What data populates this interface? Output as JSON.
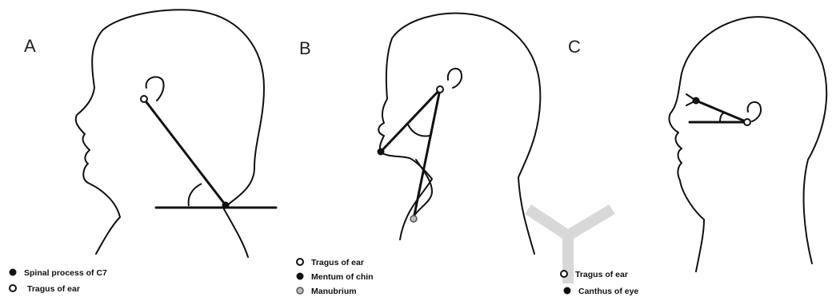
{
  "panels": [
    {
      "label": "A",
      "legend": [
        {
          "marker": "filled",
          "text": "Spinal process of C7"
        },
        {
          "marker": "open",
          "text": "Tragus of ear"
        }
      ]
    },
    {
      "label": "B",
      "legend": [
        {
          "marker": "open",
          "text": "Tragus of ear"
        },
        {
          "marker": "filled",
          "text": "Mentum of chin"
        },
        {
          "marker": "gray",
          "text": "Manubrium"
        }
      ]
    },
    {
      "label": "C",
      "legend": [
        {
          "marker": "open",
          "text": "Tragus of ear"
        },
        {
          "marker": "filled",
          "text": "Canthus of eye"
        }
      ]
    }
  ],
  "colors": {
    "line": "#111111",
    "marker_filled": "#111111",
    "marker_open": "#ffffff",
    "marker_gray": "#bdbdbd",
    "watermark": "#d8d8d8"
  }
}
